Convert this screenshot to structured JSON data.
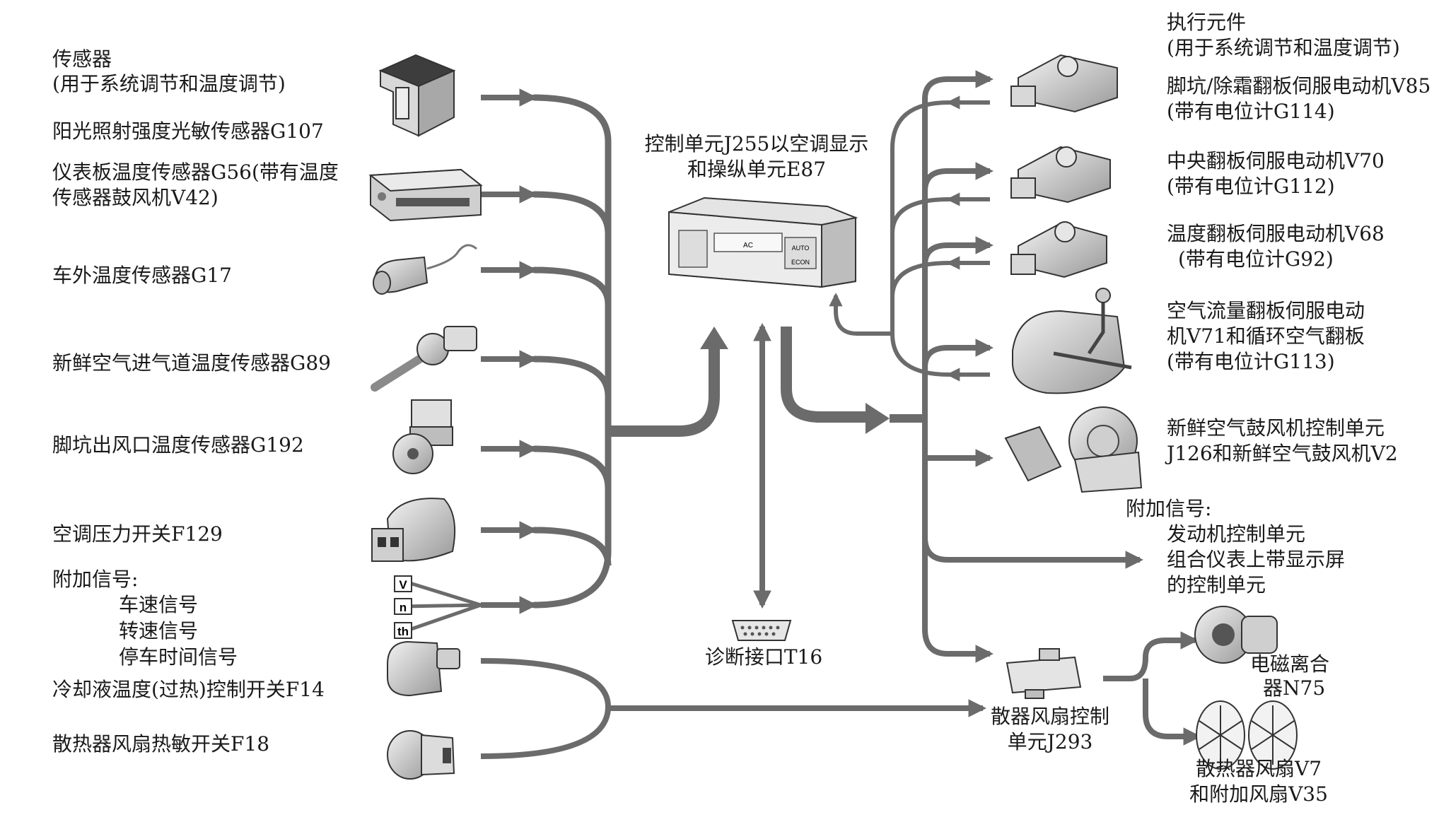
{
  "sensors": {
    "heading": "传感器",
    "heading_sub": "(用于系统调节和温度调节)",
    "items": [
      {
        "label": "阳光照射强度光敏传感器G107"
      },
      {
        "label_line1": "仪表板温度传感器G56(带有温度",
        "label_line2": "传感器鼓风机V42)"
      },
      {
        "label": "车外温度传感器G17"
      },
      {
        "label": "新鲜空气进气道温度传感器G89"
      },
      {
        "label": "脚坑出风口温度传感器G192"
      },
      {
        "label": "空调压力开关F129"
      }
    ],
    "additional": {
      "heading": "附加信号:",
      "items": [
        "车速信号",
        "转速信号",
        "停车时间信号"
      ],
      "symbols": [
        "V",
        "n",
        "th"
      ]
    },
    "coolant_switch": "冷却液温度(过热)控制开关F14",
    "fan_switch": "散热器风扇热敏开关F18"
  },
  "control_unit": {
    "line1": "控制单元J255以空调显示",
    "line2": "和操纵单元E87",
    "panel_text": {
      "ac": "AC",
      "auto": "AUTO",
      "econ": "ECON"
    }
  },
  "diagnosis": {
    "label": "诊断接口T16"
  },
  "actuators": {
    "heading": "执行元件",
    "heading_sub": "(用于系统调节和温度调节)",
    "items": [
      {
        "line1": "脚坑/除霜翻板伺服电动机V85",
        "line2": "(带有电位计G114)"
      },
      {
        "line1": "中央翻板伺服电动机V70",
        "line2": "(带有电位计G112)"
      },
      {
        "line1": "温度翻板伺服电动机V68",
        "line2": "(带有电位计G92)"
      },
      {
        "line1": "空气流量翻板伺服电动",
        "line2": "机V71和循环空气翻板",
        "line3": "(带有电位计G113)"
      },
      {
        "line1": "新鲜空气鼓风机控制单元",
        "line2": "J126和新鲜空气鼓风机V2"
      }
    ],
    "additional": {
      "heading": "附加信号:",
      "items": [
        "发动机控制单元",
        "组合仪表上带显示屏",
        "的控制单元"
      ]
    }
  },
  "fan_control": {
    "line1": "散器风扇控制",
    "line2": "单元J293"
  },
  "clutch": {
    "line1": "电磁离合",
    "line2": "器N75"
  },
  "fans": {
    "line1": "散热器风扇V7",
    "line2": "和附加风扇V35"
  },
  "colors": {
    "arrow": "#6b6b6b",
    "text": "#1a1a1a",
    "background": "#ffffff"
  }
}
